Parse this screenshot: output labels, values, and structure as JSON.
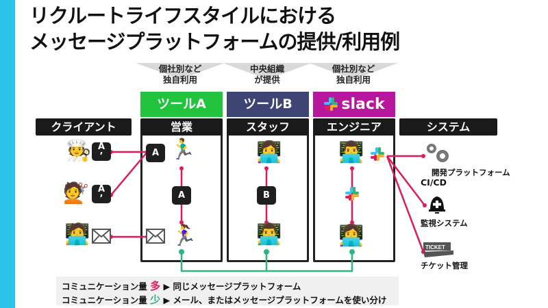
{
  "title": {
    "line1": "リクルートライフスタイルにおける",
    "line2": "メッセージプラットフォームの提供/利用例"
  },
  "provision": [
    {
      "line1": "個社別など",
      "line2": "独自利用"
    },
    {
      "line1": "中央組織",
      "line2": "が提供"
    },
    {
      "line1": "個社別など",
      "line2": "独自利用"
    }
  ],
  "tools": [
    {
      "label": "ツールA",
      "color": "#22c43f"
    },
    {
      "label": "ツールB",
      "color": "#3e4474"
    },
    {
      "label": "slack",
      "color": "#b7179f",
      "icon": "slack-icon"
    }
  ],
  "columns": [
    {
      "header": "クライアント"
    },
    {
      "header": "営業"
    },
    {
      "header": "スタッフ"
    },
    {
      "header": "エンジニア"
    },
    {
      "header": "システム"
    }
  ],
  "keycaps": {
    "client_a": "A",
    "client_a_sub": "’",
    "sales_a_top": "A",
    "sales_a_mid": "A",
    "staff_b": "B"
  },
  "systems": [
    {
      "label": "開発プラットフォーム",
      "sub": "CI/CD",
      "icon": "gears-icon"
    },
    {
      "label": "監視システム",
      "icon": "alert-bell-icon"
    },
    {
      "label": "チケット管理",
      "icon": "ticket-icon",
      "icon_text": "TICKET"
    }
  ],
  "legend": [
    {
      "prefix": "コミュニケーション量",
      "amount": "多",
      "arrow": "▶",
      "text": "同じメッセージプラットフォーム",
      "color": "#e01e5a"
    },
    {
      "prefix": "コミュニケーション量",
      "amount": "少",
      "arrow": "▶",
      "text": "メール、またはメッセージプラットフォームを使い分け",
      "color": "#2eb67d"
    }
  ],
  "colors": {
    "accent": "#2ec3ea",
    "link_red": "#e0195a",
    "link_green": "#2eb67d"
  }
}
